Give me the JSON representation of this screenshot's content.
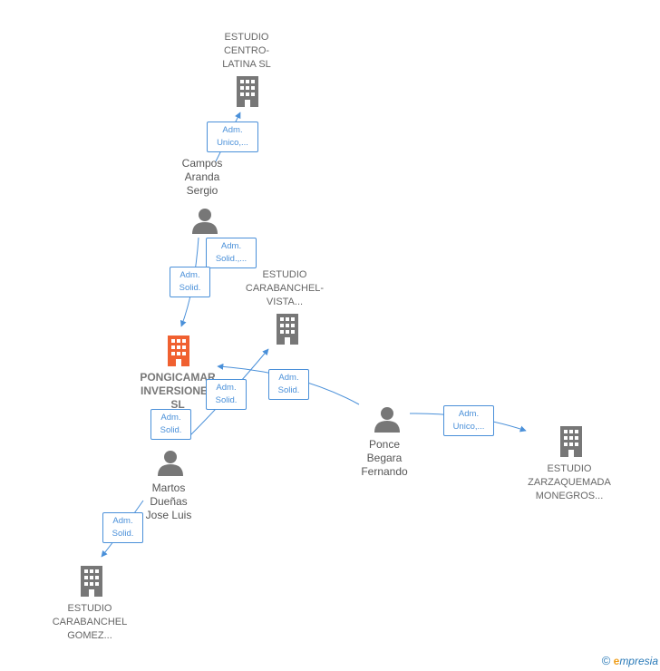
{
  "nodes": {
    "estudio_centro_latina": {
      "lines": [
        "ESTUDIO",
        "CENTRO-",
        "LATINA  SL"
      ]
    },
    "campos_aranda_sergio": {
      "lines": [
        "Campos",
        "Aranda",
        "Sergio"
      ]
    },
    "estudio_carabanchel_vista": {
      "lines": [
        "ESTUDIO",
        "CARABANCHEL-",
        "VISTA..."
      ]
    },
    "pongicamar": {
      "lines": [
        "PONGICAMAR",
        "INVERSIONES",
        "SL"
      ]
    },
    "ponce_begara_fernando": {
      "lines": [
        "Ponce",
        "Begara",
        "Fernando"
      ]
    },
    "estudio_zarzaquemada": {
      "lines": [
        "ESTUDIO",
        "ZARZAQUEMADA",
        "MONEGROS..."
      ]
    },
    "martos_duenas_jose_luis": {
      "lines": [
        "Martos",
        "Dueñas",
        "Jose Luis"
      ]
    },
    "estudio_carabanchel_gomez": {
      "lines": [
        "ESTUDIO",
        "CARABANCHEL",
        "GOMEZ..."
      ]
    }
  },
  "edges": {
    "campos_to_centro": {
      "lines": [
        "Adm.",
        "Unico,..."
      ]
    },
    "campos_to_pongicamar_solid1": {
      "lines": [
        "Adm.",
        "Solid.,..."
      ]
    },
    "campos_to_pongicamar_solid2": {
      "lines": [
        "Adm.",
        "Solid."
      ]
    },
    "ponce_to_pongicamar": {
      "lines": [
        "Adm.",
        "Solid."
      ]
    },
    "martos_to_vista": {
      "lines": [
        "Adm.",
        "Solid."
      ]
    },
    "martos_to_pongicamar": {
      "lines": [
        "Adm.",
        "Solid."
      ]
    },
    "ponce_to_zarzaquemada": {
      "lines": [
        "Adm.",
        "Unico,..."
      ]
    },
    "martos_to_gomez": {
      "lines": [
        "Adm.",
        "Solid."
      ]
    }
  },
  "colors": {
    "edge": "#4a90d9",
    "company_icon": "#777777",
    "main_company_icon": "#f06030",
    "person_icon": "#777777"
  },
  "footer": {
    "copyright": "©",
    "brand_initial": "e",
    "brand_rest": "mpresia"
  }
}
